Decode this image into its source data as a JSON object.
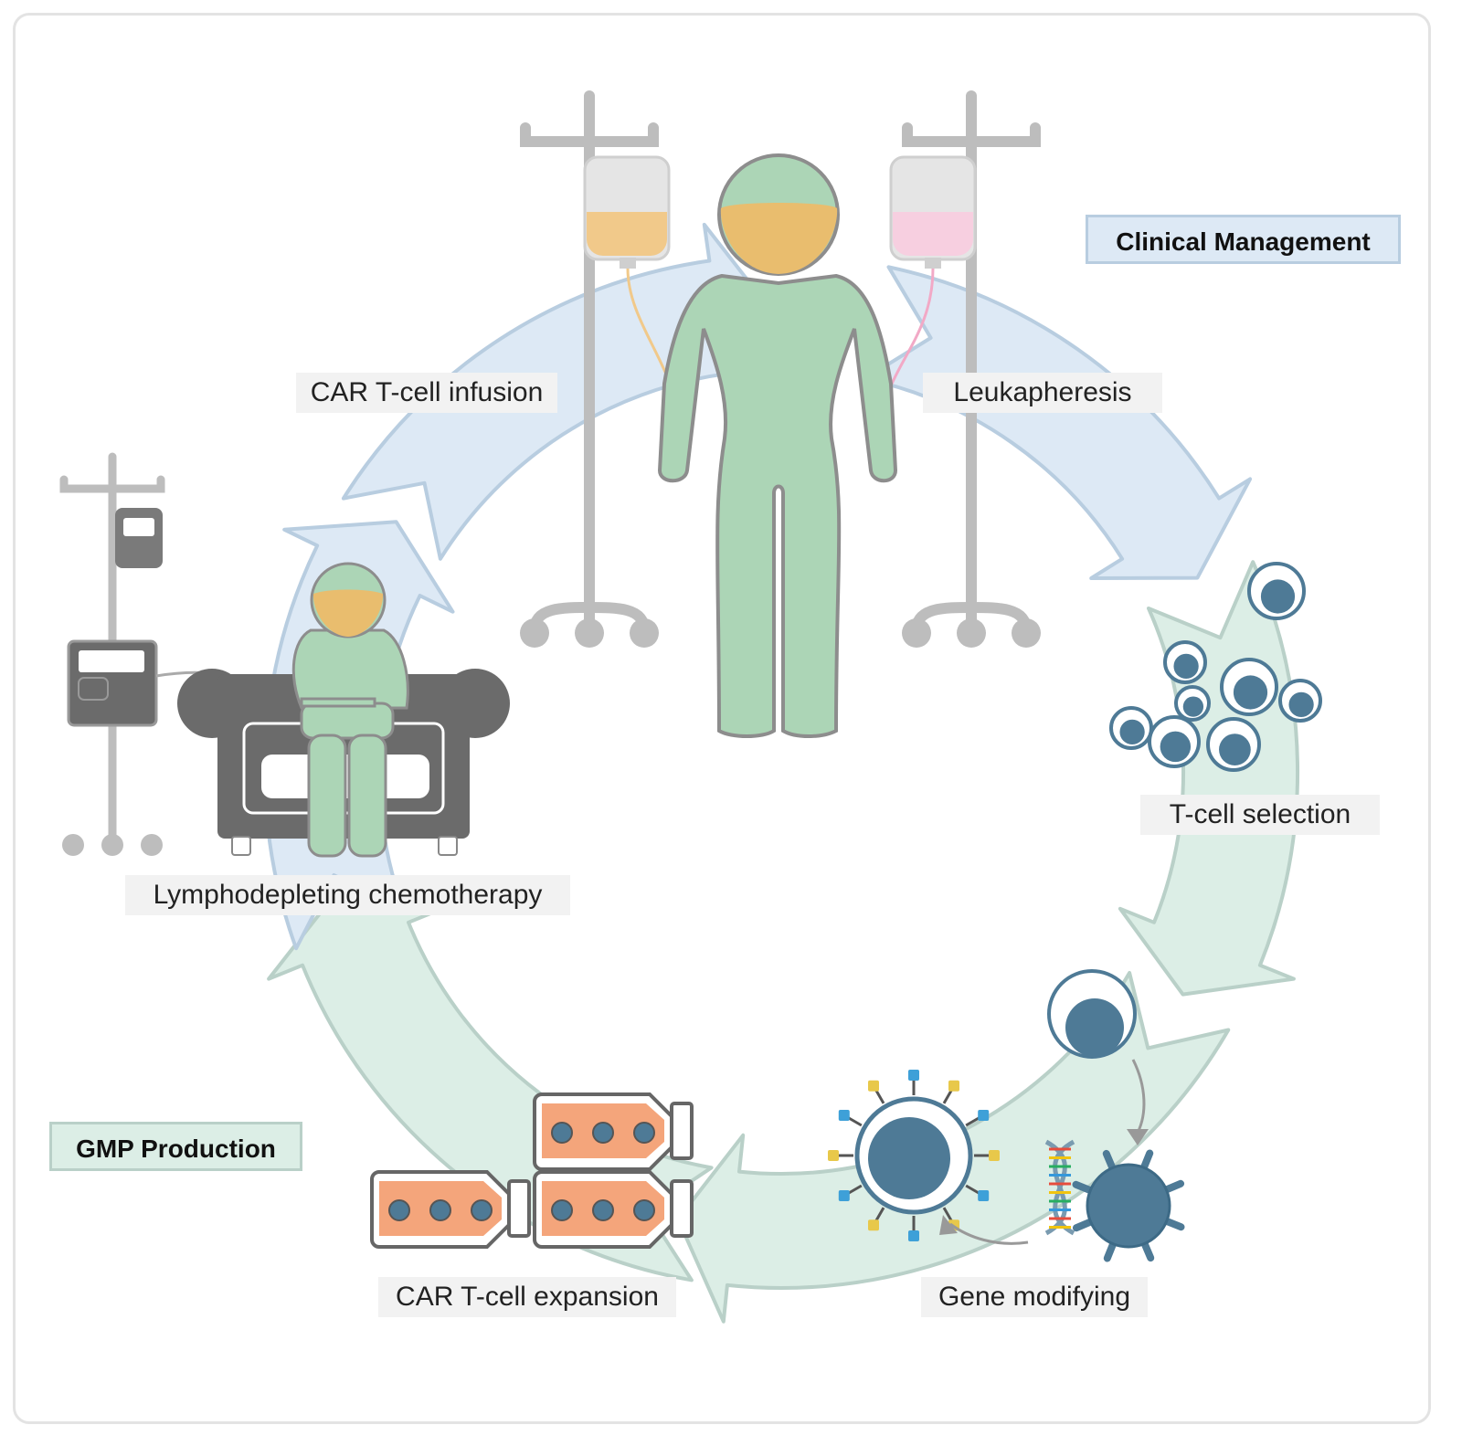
{
  "sections": {
    "clinical": {
      "label": "Clinical Management",
      "color": "#dde9f5",
      "border": "#b8cde0"
    },
    "gmp": {
      "label": "GMP Production",
      "color": "#dceee6",
      "border": "#b9d0c8"
    }
  },
  "steps": [
    {
      "label": "Leukapheresis",
      "section": "clinical"
    },
    {
      "label": "T-cell selection",
      "section": "gmp"
    },
    {
      "label": "Gene modifying",
      "section": "gmp"
    },
    {
      "label": "CAR T-cell expansion",
      "section": "gmp"
    },
    {
      "label": "Lymphodepleting chemotherapy",
      "section": "clinical"
    },
    {
      "label": "CAR T-cell infusion",
      "section": "clinical"
    }
  ],
  "colors": {
    "patient_gown": "#acd5b6",
    "face": "#e9bd6e",
    "car_t_bag": "#f1c98a",
    "blood_bag": "#f7cfe0",
    "cell": "#4e7a96",
    "flask_media": "#f4a57b",
    "chair": "#6b6b6b",
    "iv_pole": "#bdbdbd"
  }
}
